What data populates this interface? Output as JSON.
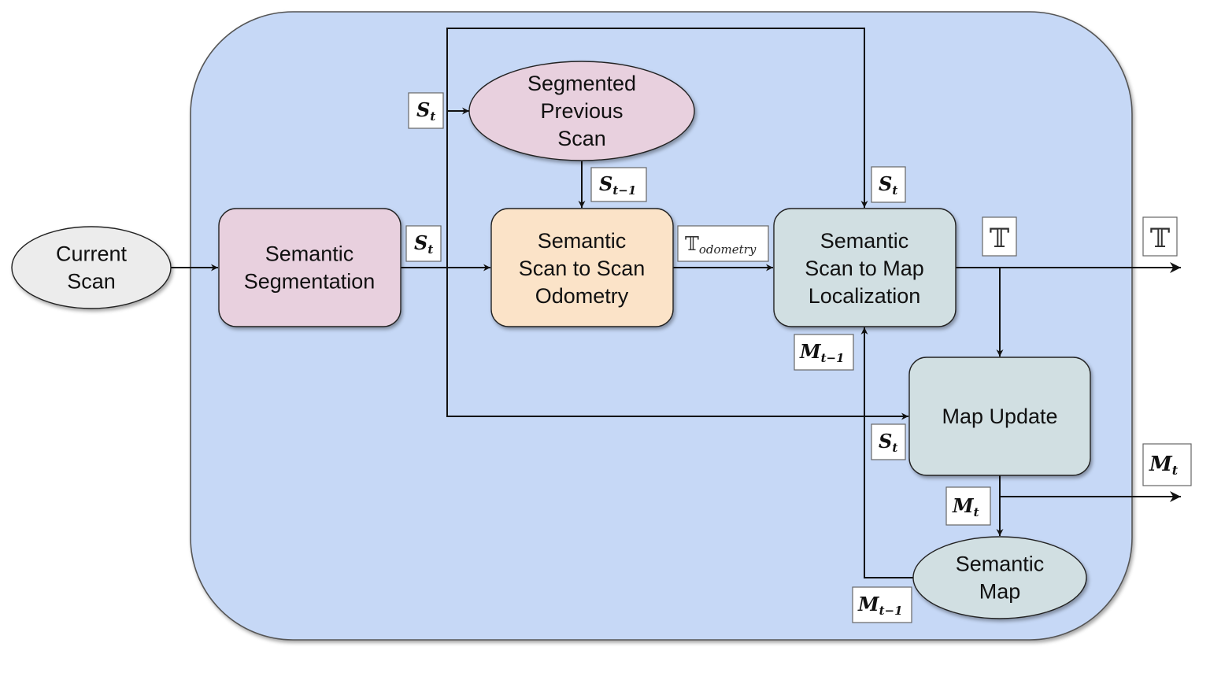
{
  "colors": {
    "container_fill": "#c6d8f6",
    "container_stroke": "#555555",
    "pink_fill": "#e8d0de",
    "orange_fill": "#fbe3c8",
    "teal_fill": "#d1dfe2",
    "gray_fill": "#ececec"
  },
  "nodes": {
    "current_scan": "Current\nScan",
    "semantic_segmentation": "Semantic\nSegmentation",
    "segmented_previous_scan": "Segmented\nPrevious\nScan",
    "scan_to_scan_odometry": "Semantic\nScan to Scan\nOdometry",
    "scan_to_map_localization": "Semantic\nScan to Map\nLocalization",
    "map_update": "Map Update",
    "semantic_map": "Semantic\nMap"
  },
  "labels": {
    "s": "S",
    "m": "M",
    "t": "t",
    "t_minus_1": "t−1",
    "bb_T": "𝕋",
    "odometry": "odometry"
  }
}
